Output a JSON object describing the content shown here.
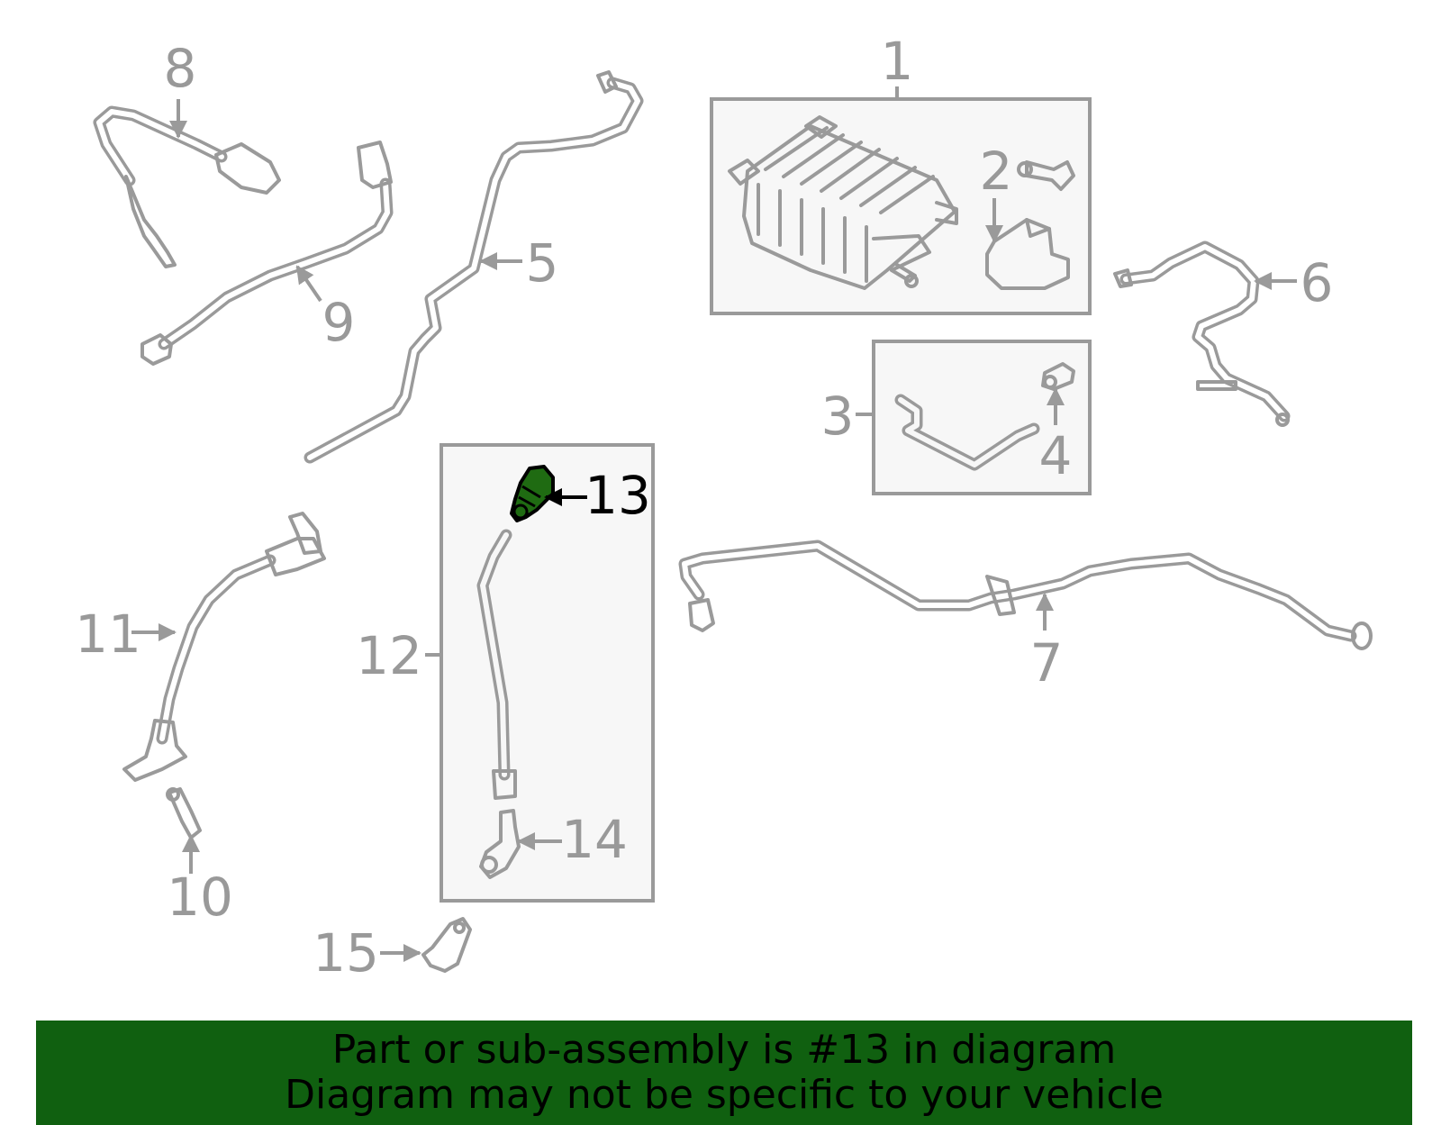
{
  "callouts": {
    "c1": "1",
    "c2": "2",
    "c3": "3",
    "c4": "4",
    "c5": "5",
    "c6": "6",
    "c7": "7",
    "c8": "8",
    "c9": "9",
    "c10": "10",
    "c11": "11",
    "c12": "12",
    "c13": "13",
    "c14": "14",
    "c15": "15"
  },
  "highlighted_part": "13",
  "colors": {
    "line_art": "#9a9a9a",
    "highlight_fill": "#1f6b12",
    "highlight_outline": "#000000",
    "banner_bg": "#106010",
    "box_fill": "#f7f7f7"
  },
  "banner": {
    "line1": "Part or sub-assembly is #13 in diagram",
    "line2": "Diagram may not be specific to your vehicle"
  }
}
